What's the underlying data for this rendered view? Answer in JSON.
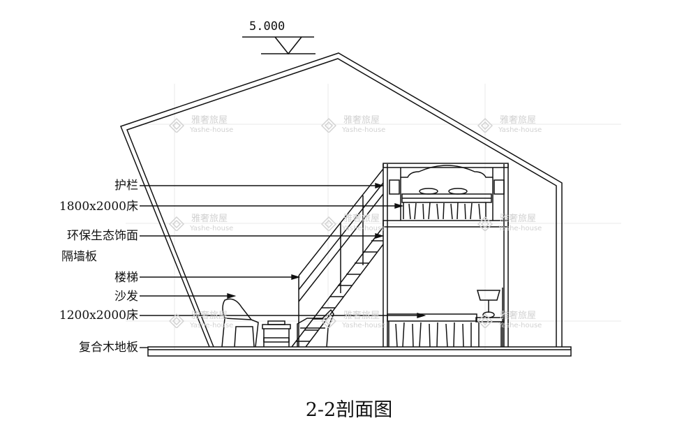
{
  "elevation": "5.000",
  "title": "2-2剖面图",
  "labels": {
    "guardrail": "护栏",
    "bed_large": "1800x2000床",
    "partition_line1": "环保生态饰面",
    "partition_line2": "隔墙板",
    "stairs": "楼梯",
    "sofa": "沙发",
    "bed_small": "1200x2000床",
    "floor": "复合木地板"
  },
  "watermark": {
    "cn": "雅奢旅屋",
    "en": "Yashe-house",
    "color": "#d2d2d2"
  },
  "colors": {
    "line": "#111111",
    "grid": "#e6e6e6"
  }
}
